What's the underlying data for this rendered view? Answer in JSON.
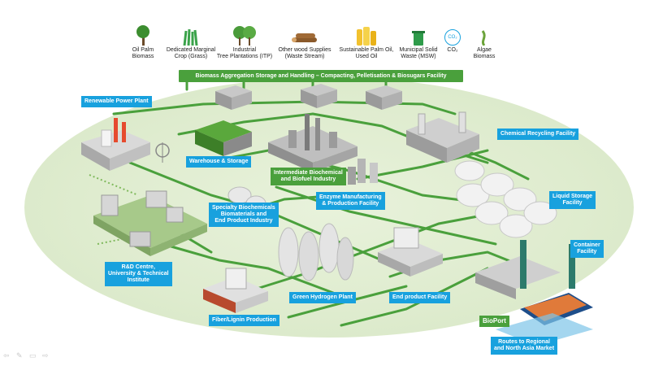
{
  "sources": [
    {
      "label": "Oil Palm\nBiomass",
      "icon": "palm-tree-icon"
    },
    {
      "label": "Dedicated Marginal\nCrop (Grass)",
      "icon": "grass-icon"
    },
    {
      "label": "Industrial\nTree Plantations (ITP)",
      "icon": "trees-icon"
    },
    {
      "label": "Other wood Supplies\n(Waste Stream)",
      "icon": "logs-icon"
    },
    {
      "label": "Sustainable Palm Oil,\nUsed Oil",
      "icon": "oil-bottles-icon"
    },
    {
      "label": "Municipal Solid\nWaste (MSW)",
      "icon": "bin-icon"
    },
    {
      "label": "CO₂",
      "icon": "co2-icon",
      "badge": "CO₂"
    },
    {
      "label": "Algae\nBiomass",
      "icon": "algae-icon"
    }
  ],
  "banner": "Biomass Aggregation Storage and Handling – Compacting, Pelletisation & Biosugars Facility",
  "facilities": {
    "renewable_power": "Renewable Power Plant",
    "warehouse": "Warehouse & Storage",
    "intermediate": "Intermediate Biochemical\nand Biofuel Industry",
    "chemical_recycling": "Chemical Recycling Facility",
    "enzyme": "Enzyme Manufacturing\n& Production Facility",
    "specialty": "Specialty Biochemicals\nBiomaterials and\nEnd Product Industry",
    "liquid_storage": "Liquid Storage\nFacility",
    "container": "Container\nFacility",
    "rnd": "R&D Centre,\nUniversity & Technical\nInstitute",
    "green_hydrogen": "Green Hydrogen Plant",
    "end_product": "End product Facility",
    "fiber": "Fiber/Lignin Production",
    "bioport": "BioPort",
    "routes": "Routes to Regional\nand North Asia Market"
  },
  "colors": {
    "accent_blue": "#18a1de",
    "accent_green": "#4aa03c",
    "road": "#4aa03c",
    "ground": "#dfeccf"
  }
}
